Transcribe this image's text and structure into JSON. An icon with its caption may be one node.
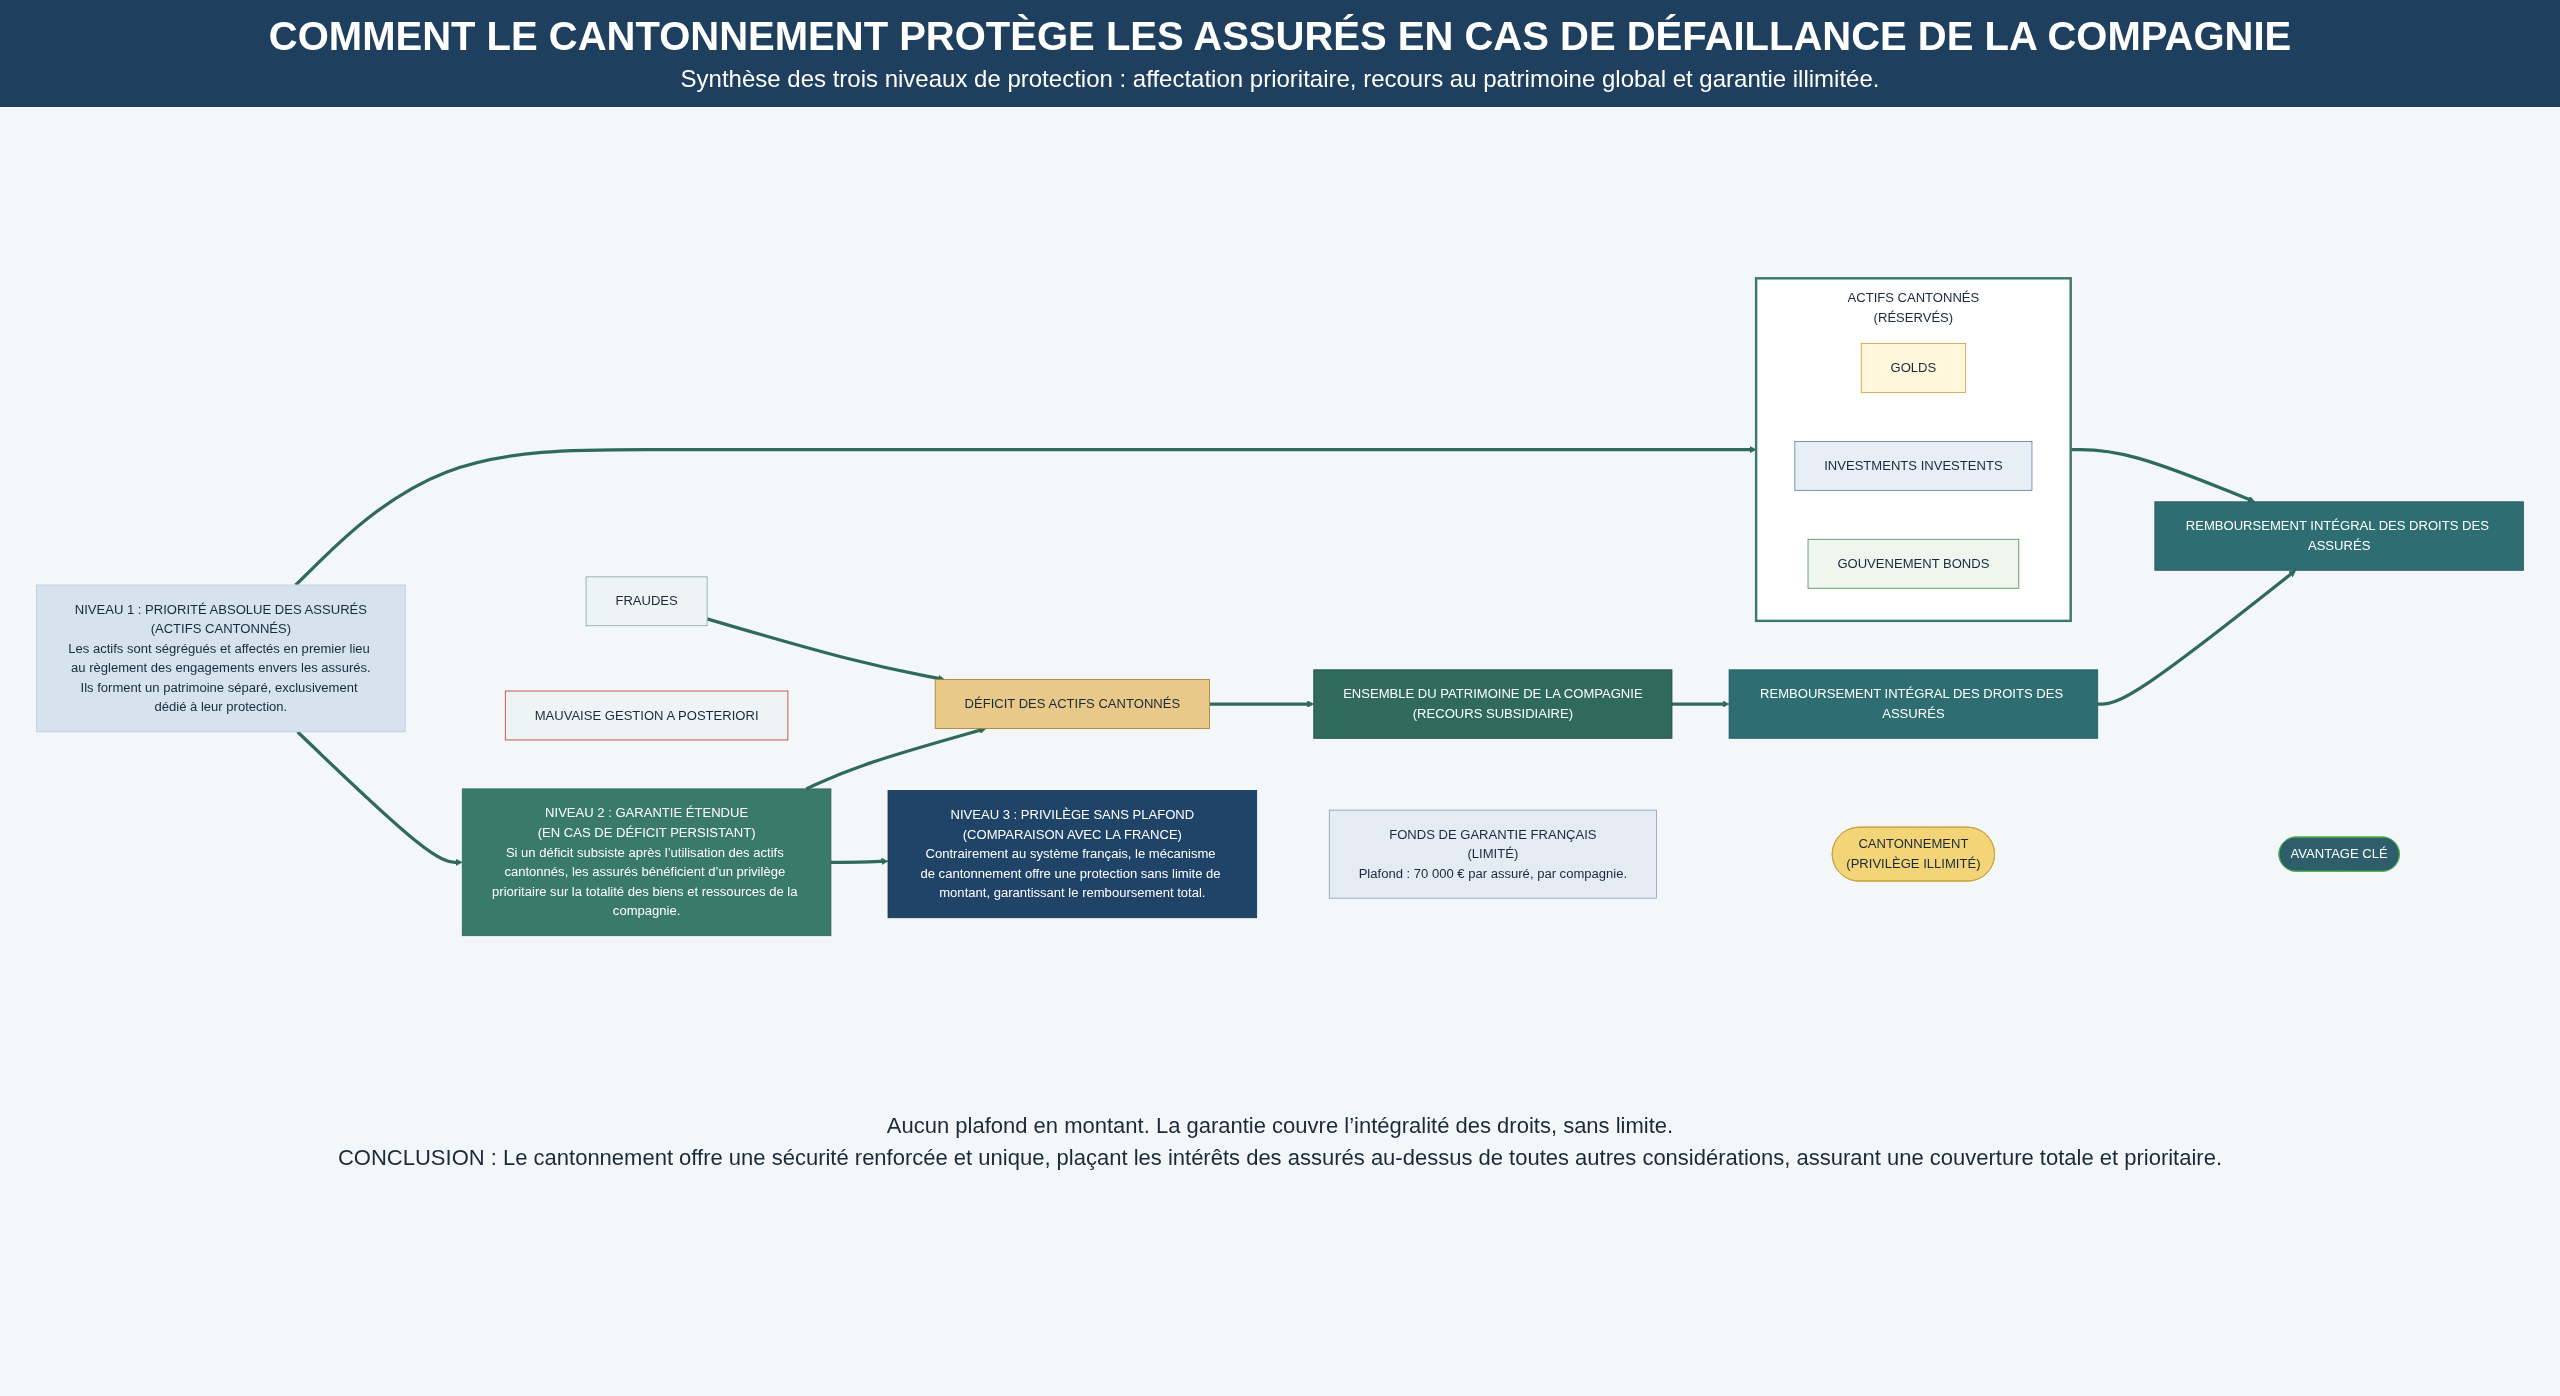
{
  "diagram": {
    "title": "COMMENT LE CANTONNEMENT PROTÈGE LES ASSURÉS EN CAS DE DÉFAILLANCE DE LA COMPAGNIE",
    "nodes": [
      {
        "text": [
          "NIVEAU 1 : PRIORITÉ ABSOLUE DES ASSURÉS",
          "(ACTIFS CANTONNÉS)",
          "Les actifs sont ségrégués et affectés en premier lieu au règlement des engagements envers les assurés.",
          "Ils forment un patrimoine séparé, exclusivement dédié à leur protection."
        ]
      },
      {
        "text": [
          "ACTIFS CANTONNÉS",
          "(RÉSERVÉS)"
        ]
      },
      {
        "text": [
          "GOLDS"
        ],
        "in": 1
      },
      {
        "text": [
          "INVESTMENTS INVESTENTS"
        ],
        "in": 1
      },
      {
        "text": [
          "GOUVENEMENT BONDS"
        ],
        "in": 1
      },
      {
        "text": [
          "REMBOURSEMENT INTÉGRAL DES DROITS DES ASSURÉS"
        ]
      },
      {
        "text": [
          "NIVEAU 2 : GARANTIE ÉTENDUE",
          "(EN CAS DE DÉFICIT PERSISTANT)",
          "Si un déficit subsiste après l’utilisation des actifs cantonnés, les assurés bénéficient d’un privilège prioritaire sur la totalité des biens et ressources de la compagnie."
        ]
      },
      {
        "text": [
          "FRAUDES"
        ]
      },
      {
        "text": [
          "MAUVAISE GESTION A POSTERIORI"
        ]
      },
      {
        "text": [
          "DÉFICIT DES ACTIFS CANTONNÉS"
        ]
      },
      {
        "text": [
          "ENSEMBLE DU PATRIMOINE DE LA COMPAGNIE",
          "(RECOURS SUBSIDIAIRE)"
        ]
      },
      {
        "text": [
          "REMBOURSEMENT INTÉGRAL DES DROITS DES ASSURÉS"
        ]
      },
      {
        "text": [
          "NIVEAU 3 : PRIVILÈGE SANS PLAFOND",
          "(COMPARAISON AVEC LA FRANCE)",
          "Contrairement au système français, le mécanisme de cantonnement offre une protection sans limite de montant, garantissant le remboursement total."
        ]
      },
      {
        "text": [
          "FONDS DE GARANTIE FRANÇAIS",
          "(LIMITÉ)",
          "Plafond : 70 000 € par assuré, par compagnie."
        ]
      },
      {
        "text": [
          "CANTONNEMENT",
          "(PRIVILÈGE ILLIMITÉ)"
        ]
      },
      {
        "text": [
          "AVANTAGE CLÉ"
        ]
      }
    ],
    "edges": [
      {
        "from": 0,
        "to": 1,
        "arrow": "to"
      },
      {
        "from": 1,
        "to": 5,
        "arrow": "to"
      },
      {
        "from": 0,
        "to": 6,
        "arrow": "to"
      },
      {
        "from": 6,
        "to": 9,
        "arrow": "to"
      },
      {
        "from": 7,
        "to": 9,
        "arrow": "to"
      },
      {
        "from": 9,
        "to": 10,
        "arrow": "to"
      },
      {
        "from": 10,
        "to": 11,
        "arrow": "to"
      },
      {
        "from": 11,
        "to": 5,
        "arrow": "to"
      },
      {
        "from": 6,
        "to": 12,
        "arrow": "to"
      }
    ],
    "labels": [
      "Synthèse des trois niveaux de protection : affectation prioritaire, recours au patrimoine global et garantie illimitée.",
      "Aucun plafond en montant. La garantie couvre l’intégralité des droits, sans limite.",
      "CONCLUSION : Le cantonnement offre une sécurité renforcée et unique, plaçant les intérêts des assurés au-dessus de toutes autres considérations, assurant une couverture totale et prioritaire."
    ]
  }
}
